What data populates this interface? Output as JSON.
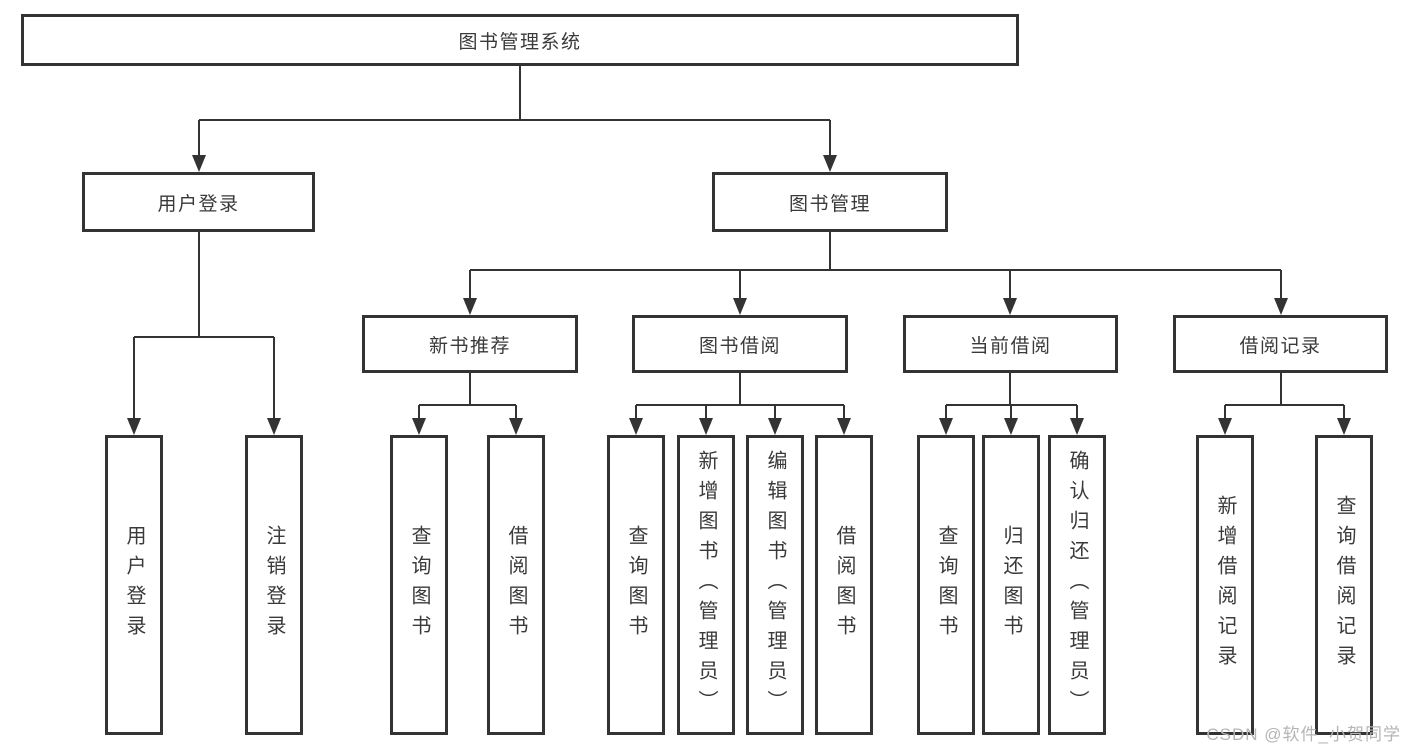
{
  "diagram": {
    "title": "图书管理系统",
    "type": "hierarchy-tree",
    "tree": {
      "label": "图书管理系统",
      "children": [
        {
          "label": "用户登录",
          "children": [
            {
              "label": "用户登录"
            },
            {
              "label": "注销登录"
            }
          ]
        },
        {
          "label": "图书管理",
          "children": [
            {
              "label": "新书推荐",
              "children": [
                {
                  "label": "查询图书"
                },
                {
                  "label": "借阅图书"
                }
              ]
            },
            {
              "label": "图书借阅",
              "children": [
                {
                  "label": "查询图书"
                },
                {
                  "label": "新增图书（管理员）"
                },
                {
                  "label": "编辑图书（管理员）"
                },
                {
                  "label": "借阅图书"
                }
              ]
            },
            {
              "label": "当前借阅",
              "children": [
                {
                  "label": "查询图书"
                },
                {
                  "label": "归还图书"
                },
                {
                  "label": "确认归还（管理员）"
                }
              ]
            },
            {
              "label": "借阅记录",
              "children": [
                {
                  "label": "新增借阅记录"
                },
                {
                  "label": "查询借阅记录"
                }
              ]
            }
          ]
        }
      ]
    }
  },
  "watermark": {
    "text": "CSDN @软件_小贺同学"
  },
  "colors": {
    "line": "#333333",
    "border": "#333333",
    "text": "#3a3a3a",
    "box_background": "#ffffff",
    "watermark": "#b5b5b5",
    "background": "#ffffff"
  }
}
